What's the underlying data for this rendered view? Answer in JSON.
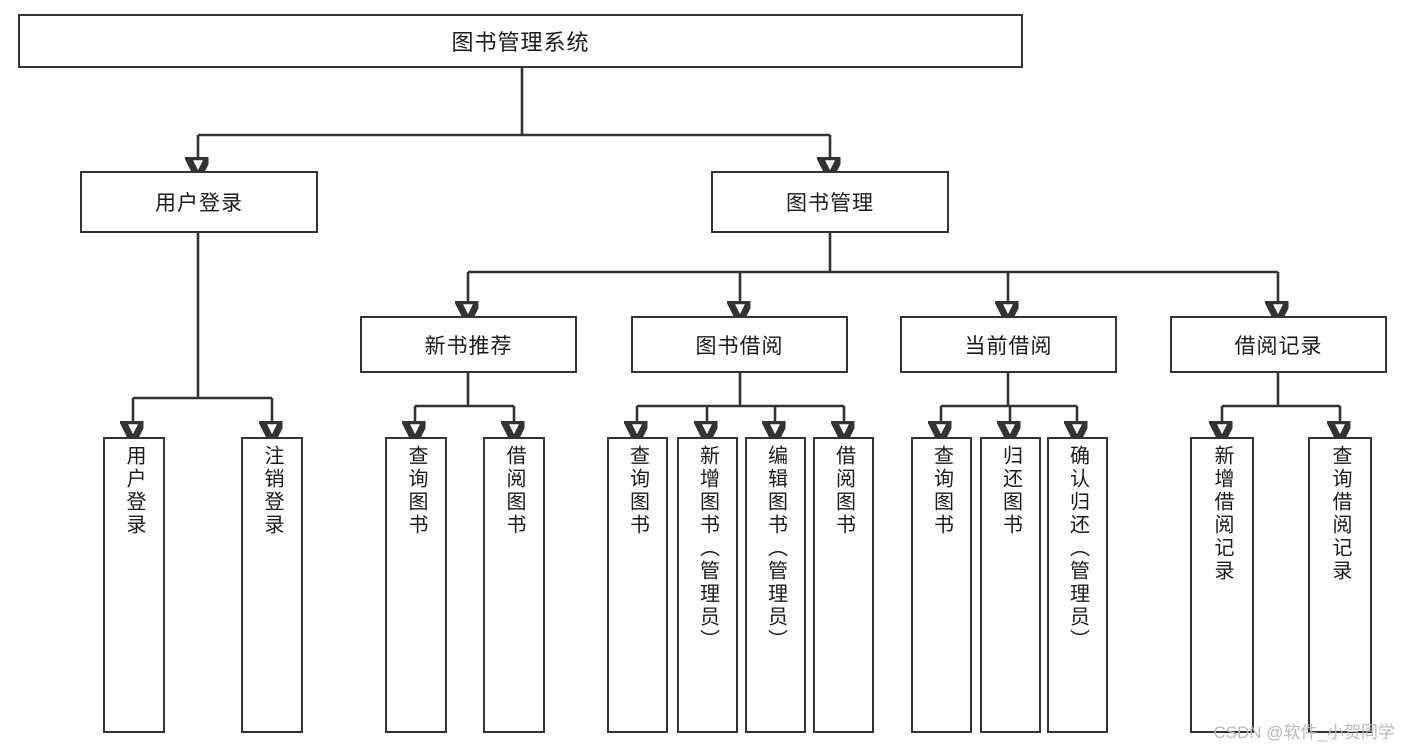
{
  "diagram": {
    "type": "tree-hierarchy",
    "title": "图书管理系统",
    "root": {
      "label": "图书管理系统"
    },
    "level2": [
      {
        "id": "user-login",
        "label": "用户登录"
      },
      {
        "id": "book-manage",
        "label": "图书管理"
      }
    ],
    "level3": [
      {
        "id": "new-book-rec",
        "label": "新书推荐",
        "parent": "book-manage"
      },
      {
        "id": "book-borrow",
        "label": "图书借阅",
        "parent": "book-manage"
      },
      {
        "id": "current-borrow",
        "label": "当前借阅",
        "parent": "book-manage"
      },
      {
        "id": "borrow-record",
        "label": "借阅记录",
        "parent": "book-manage"
      }
    ],
    "leaves": [
      {
        "id": "leaf-user-login",
        "label": "用户登录",
        "parent": "user-login"
      },
      {
        "id": "leaf-logout",
        "label": "注销登录",
        "parent": "user-login"
      },
      {
        "id": "leaf-query-book-1",
        "label": "查询图书",
        "parent": "new-book-rec"
      },
      {
        "id": "leaf-borrow-book-1",
        "label": "借阅图书",
        "parent": "new-book-rec"
      },
      {
        "id": "leaf-query-book-2",
        "label": "查询图书",
        "parent": "book-borrow"
      },
      {
        "id": "leaf-add-book",
        "label": "新增图书（管理员）",
        "parent": "book-borrow"
      },
      {
        "id": "leaf-edit-book",
        "label": "编辑图书（管理员）",
        "parent": "book-borrow"
      },
      {
        "id": "leaf-borrow-book-2",
        "label": "借阅图书",
        "parent": "book-borrow"
      },
      {
        "id": "leaf-query-book-3",
        "label": "查询图书",
        "parent": "current-borrow"
      },
      {
        "id": "leaf-return-book",
        "label": "归还图书",
        "parent": "current-borrow"
      },
      {
        "id": "leaf-confirm-return",
        "label": "确认归还（管理员）",
        "parent": "current-borrow"
      },
      {
        "id": "leaf-add-record",
        "label": "新增借阅记录",
        "parent": "borrow-record"
      },
      {
        "id": "leaf-query-record",
        "label": "查询借阅记录",
        "parent": "borrow-record"
      }
    ]
  },
  "watermark": {
    "text": "CSDN @软件_小贺同学"
  },
  "colors": {
    "stroke": "#333333",
    "box_fill": "#ffffff",
    "text": "#1a1a1a",
    "watermark": "#b9b9b9",
    "background": "#ffffff"
  }
}
